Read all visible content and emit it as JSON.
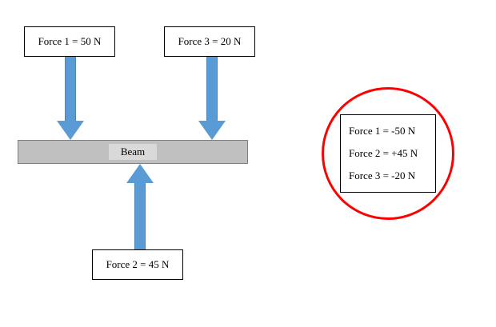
{
  "diagram": {
    "title": "forces-on-beam-diagram",
    "force1_label": "Force 1 = 50 N",
    "force2_label": "Force 2 = 45 N",
    "force3_label": "Force 3 = 20 N",
    "beam_label": "Beam",
    "result_lines": [
      "Force 1 = -50 N",
      "Force 2 = +45 N",
      "Force 3 = -20 N"
    ],
    "colors": {
      "arrow_fill": "#5b9bd5",
      "beam_fill": "#c0c0c0",
      "beam_border": "#7f7f7f",
      "beam_label_fill": "#d9d9d9",
      "circle_stroke": "#ff0000",
      "label_border": "#000000",
      "background": "#ffffff"
    }
  }
}
